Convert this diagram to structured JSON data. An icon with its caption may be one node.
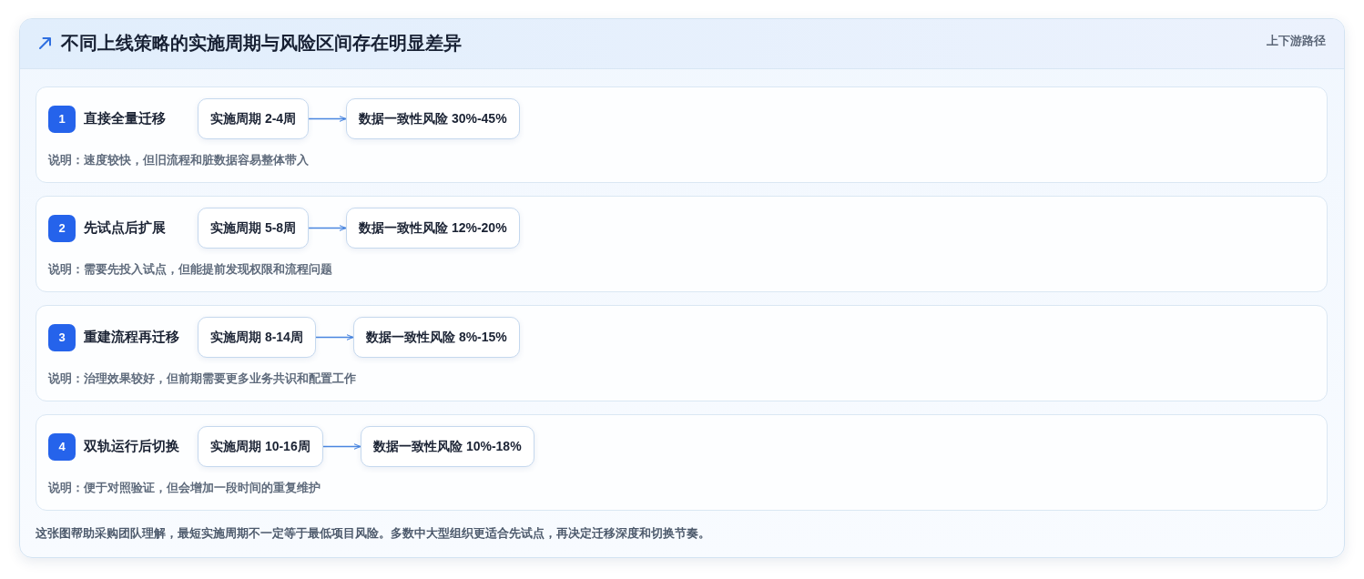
{
  "diagram": {
    "title": "不同上线策略的实施周期与风险区间存在明显差异",
    "caption": "这张图帮助采购团队理解，最短实施周期不一定等于最低项目风险。多数中大型组织更适合先试点，再决定迁移深度和切换节奏。",
    "labels": [
      "上下游路径"
    ],
    "nodes": [
      {
        "text": [
          "直接全量迁移",
          "说明：速度较快，但旧流程和脏数据容易整体带入"
        ]
      },
      {
        "text": [
          "1"
        ],
        "in": 0
      },
      {
        "text": [
          "实施周期 2-4周"
        ],
        "in": 0
      },
      {
        "text": [
          "数据一致性风险 30%-45%"
        ],
        "in": 0
      },
      {
        "text": [
          "先试点后扩展",
          "说明：需要先投入试点，但能提前发现权限和流程问题"
        ]
      },
      {
        "text": [
          "2"
        ],
        "in": 4
      },
      {
        "text": [
          "实施周期 5-8周"
        ],
        "in": 4
      },
      {
        "text": [
          "数据一致性风险 12%-20%"
        ],
        "in": 4
      },
      {
        "text": [
          "重建流程再迁移",
          "说明：治理效果较好，但前期需要更多业务共识和配置工作"
        ]
      },
      {
        "text": [
          "3"
        ],
        "in": 8
      },
      {
        "text": [
          "实施周期 8-14周"
        ],
        "in": 8
      },
      {
        "text": [
          "数据一致性风险 8%-15%"
        ],
        "in": 8
      },
      {
        "text": [
          "双轨运行后切换",
          "说明：便于对照验证，但会增加一段时间的重复维护"
        ]
      },
      {
        "text": [
          "4"
        ],
        "in": 12
      },
      {
        "text": [
          "实施周期 10-16周"
        ],
        "in": 12
      },
      {
        "text": [
          "数据一致性风险 10%-18%"
        ],
        "in": 12
      }
    ],
    "edges": [
      {
        "from": 2,
        "to": 3,
        "arrow": "to"
      },
      {
        "from": 6,
        "to": 7,
        "arrow": "to"
      },
      {
        "from": 10,
        "to": 11,
        "arrow": "to"
      },
      {
        "from": 14,
        "to": 15,
        "arrow": "to"
      }
    ]
  }
}
